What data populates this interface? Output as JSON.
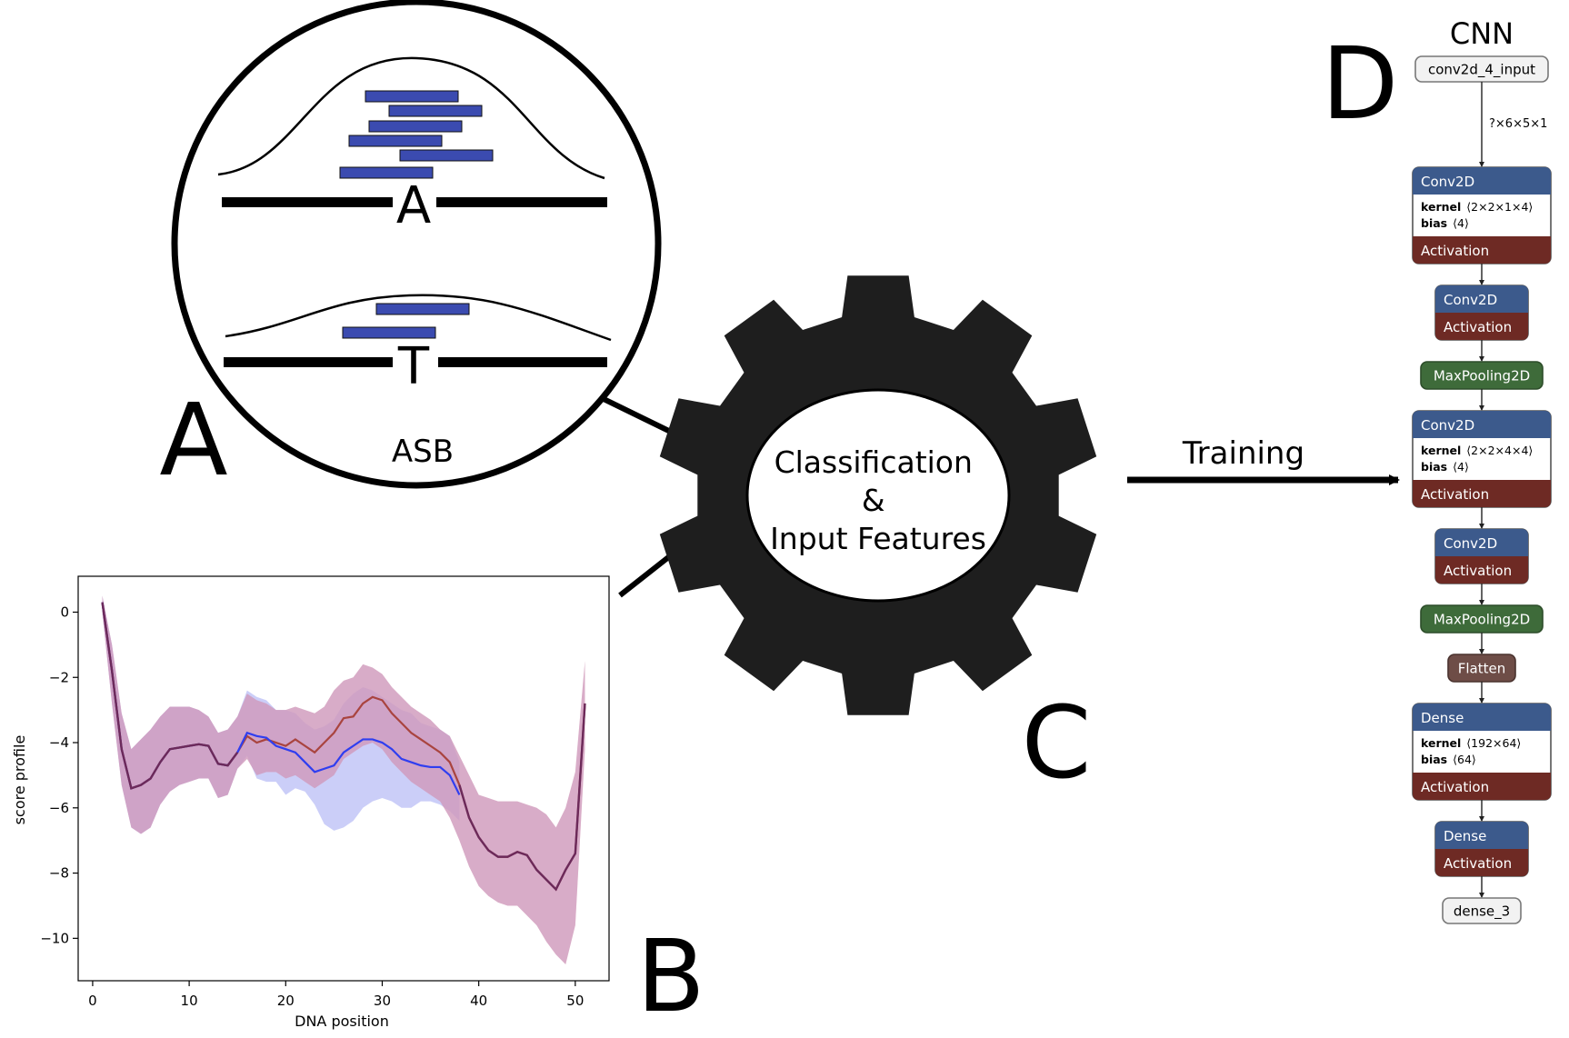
{
  "panels": {
    "a": {
      "letter": "A",
      "allele_top": "A",
      "allele_bottom": "T",
      "caption": "ASB"
    },
    "b": {
      "letter": "B"
    },
    "c": {
      "letter": "C",
      "gear_lines": [
        "Classification",
        "&",
        "Input Features"
      ]
    },
    "d": {
      "letter": "D"
    }
  },
  "arrow_label": "Training",
  "cnn": {
    "title": "CNN",
    "input_node": "conv2d_4_input",
    "input_shape": "?×6×5×1",
    "layers": [
      {
        "kind": "conv",
        "name": "Conv2D",
        "params": [
          {
            "k": "kernel",
            "v": "⟨2×2×1×4⟩"
          },
          {
            "k": "bias",
            "v": "⟨4⟩"
          }
        ],
        "act": "Activation"
      },
      {
        "kind": "conv",
        "name": "Conv2D",
        "params": [],
        "act": "Activation"
      },
      {
        "kind": "pool",
        "name": "MaxPooling2D"
      },
      {
        "kind": "conv",
        "name": "Conv2D",
        "params": [
          {
            "k": "kernel",
            "v": "⟨2×2×4×4⟩"
          },
          {
            "k": "bias",
            "v": "⟨4⟩"
          }
        ],
        "act": "Activation"
      },
      {
        "kind": "conv",
        "name": "Conv2D",
        "params": [],
        "act": "Activation"
      },
      {
        "kind": "pool",
        "name": "MaxPooling2D"
      },
      {
        "kind": "flatten",
        "name": "Flatten"
      },
      {
        "kind": "conv",
        "name": "Dense",
        "params": [
          {
            "k": "kernel",
            "v": "⟨192×64⟩"
          },
          {
            "k": "bias",
            "v": "⟨64⟩"
          }
        ],
        "act": "Activation"
      },
      {
        "kind": "conv",
        "name": "Dense",
        "params": [],
        "act": "Activation"
      }
    ],
    "output_node": "dense_3"
  },
  "colors": {
    "layer_header": "#3c5a8c",
    "activation": "#6e2a24",
    "pooling": "#3e6b3a",
    "flatten": "#6e4d47",
    "read_bar": "#3b4bb0",
    "series_blue": "#2f3ef0",
    "series_red": "#a9443f",
    "band_blue": "#b9bdf6",
    "band_red": "#f1b1aa",
    "band_overlap": "#c08ec4",
    "gear": "#1e1e1e"
  },
  "chart_data": {
    "type": "line",
    "xlabel": "DNA position",
    "ylabel": "score profile",
    "xlim": [
      -1.5,
      53.5
    ],
    "ylim": [
      -11.3,
      1.1
    ],
    "xticks": [
      0,
      10,
      20,
      30,
      40,
      50
    ],
    "yticks": [
      0,
      -2,
      -4,
      -6,
      -8,
      -10
    ],
    "ytick_labels": [
      "0",
      "−2",
      "−4",
      "−6",
      "−8",
      "−10"
    ],
    "series": [
      {
        "x": [
          1,
          2,
          3,
          4,
          5,
          6,
          7,
          8,
          9,
          10,
          11,
          12,
          13,
          14,
          15,
          16,
          17,
          18,
          19,
          20,
          21,
          22,
          23,
          24,
          25,
          26,
          27,
          28,
          29,
          30,
          31,
          32,
          33,
          34,
          35,
          36,
          37,
          38,
          39,
          40,
          41,
          42,
          43,
          44,
          45,
          46,
          47,
          48,
          49,
          50,
          51
        ],
        "mean": [
          0.3,
          -1.8,
          -4.2,
          -5.4,
          -5.3,
          -5.1,
          -4.6,
          -4.2,
          -4.15,
          -4.1,
          -4.05,
          -4.1,
          -4.65,
          -4.7,
          -4.3,
          -3.7,
          -3.8,
          -3.85,
          -4.1,
          -4.2,
          -4.3,
          -4.6,
          -4.9,
          -4.8,
          -4.7,
          -4.3,
          -4.1,
          -3.9,
          -3.9,
          -4.0,
          -4.2,
          -4.5,
          -4.6,
          -4.7,
          -4.75,
          -4.75,
          -5.0,
          -5.6
        ],
        "lower": [
          0.0,
          -2.8,
          -5.3,
          -6.6,
          -6.8,
          -6.6,
          -5.9,
          -5.5,
          -5.3,
          -5.2,
          -5.1,
          -5.1,
          -5.7,
          -5.6,
          -4.8,
          -4.4,
          -5.1,
          -5.2,
          -5.2,
          -5.6,
          -5.4,
          -5.5,
          -5.9,
          -6.5,
          -6.7,
          -6.6,
          -6.4,
          -6.0,
          -5.8,
          -5.7,
          -5.8,
          -6.0,
          -6.0,
          -5.8,
          -5.8,
          -5.9,
          -6.1,
          -6.4
        ],
        "upper": [
          0.5,
          -1.0,
          -3.1,
          -4.2,
          -3.9,
          -3.6,
          -3.2,
          -2.9,
          -2.9,
          -2.9,
          -3.0,
          -3.2,
          -3.7,
          -3.6,
          -3.2,
          -2.4,
          -2.6,
          -2.7,
          -3.0,
          -3.0,
          -3.1,
          -3.4,
          -3.6,
          -3.5,
          -3.3,
          -2.8,
          -2.5,
          -2.3,
          -2.4,
          -2.6,
          -2.8,
          -3.0,
          -3.1,
          -3.4,
          -3.5,
          -3.6,
          -3.8,
          -4.6
        ]
      },
      {
        "x": [
          1,
          2,
          3,
          4,
          5,
          6,
          7,
          8,
          9,
          10,
          11,
          12,
          13,
          14,
          15,
          16,
          17,
          18,
          19,
          20,
          21,
          22,
          23,
          24,
          25,
          26,
          27,
          28,
          29,
          30,
          31,
          32,
          33,
          34,
          35,
          36,
          37,
          38,
          39,
          40,
          41,
          42,
          43,
          44,
          45,
          46,
          47,
          48,
          49,
          50,
          51
        ],
        "mean": [
          0.3,
          -1.8,
          -4.2,
          -5.4,
          -5.3,
          -5.1,
          -4.6,
          -4.2,
          -4.15,
          -4.1,
          -4.05,
          -4.1,
          -4.65,
          -4.7,
          -4.3,
          -3.8,
          -4.0,
          -3.9,
          -4.0,
          -4.1,
          -3.9,
          -4.1,
          -4.3,
          -4.0,
          -3.7,
          -3.25,
          -3.2,
          -2.8,
          -2.6,
          -2.7,
          -3.1,
          -3.4,
          -3.7,
          -3.9,
          -4.1,
          -4.3,
          -4.6,
          -5.3,
          -6.3,
          -6.9,
          -7.3,
          -7.5,
          -7.5,
          -7.35,
          -7.45,
          -7.9,
          -8.2,
          -8.5,
          -7.9,
          -7.4,
          -2.8
        ],
        "lower": [
          0.0,
          -2.8,
          -5.3,
          -6.6,
          -6.8,
          -6.6,
          -5.9,
          -5.5,
          -5.3,
          -5.2,
          -5.1,
          -5.1,
          -5.7,
          -5.6,
          -4.8,
          -4.5,
          -5.0,
          -4.9,
          -4.9,
          -5.1,
          -5.0,
          -5.2,
          -5.4,
          -5.2,
          -5.0,
          -4.5,
          -4.3,
          -4.1,
          -4.0,
          -4.2,
          -4.6,
          -4.9,
          -5.2,
          -5.4,
          -5.6,
          -5.8,
          -6.3,
          -7.0,
          -7.8,
          -8.4,
          -8.7,
          -8.9,
          -9.0,
          -9.0,
          -9.3,
          -9.6,
          -10.1,
          -10.5,
          -10.8,
          -9.6,
          -4.2
        ],
        "upper": [
          0.5,
          -1.0,
          -3.1,
          -4.2,
          -3.9,
          -3.6,
          -3.2,
          -2.9,
          -2.9,
          -2.9,
          -3.0,
          -3.2,
          -3.7,
          -3.6,
          -3.2,
          -2.5,
          -2.7,
          -2.8,
          -3.0,
          -3.0,
          -2.9,
          -3.0,
          -3.1,
          -2.9,
          -2.4,
          -2.1,
          -2.0,
          -1.6,
          -1.7,
          -1.9,
          -2.3,
          -2.6,
          -2.9,
          -3.1,
          -3.3,
          -3.6,
          -3.8,
          -4.4,
          -5.0,
          -5.6,
          -5.7,
          -5.8,
          -5.8,
          -5.8,
          -5.9,
          -6.0,
          -6.2,
          -6.6,
          -6.0,
          -4.9,
          -1.5
        ]
      }
    ]
  }
}
